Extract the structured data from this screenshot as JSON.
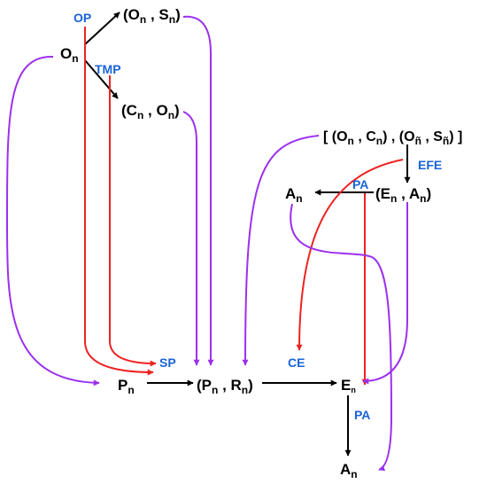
{
  "colors": {
    "black": "#000000",
    "red": "#ee2222",
    "purple": "#9b30ee",
    "blue_label": "#1a63d6"
  },
  "nodes": {
    "o_n": {
      "base": "O",
      "sub": "n"
    },
    "pair_o_s": {
      "left": "(O",
      "sub1": "n",
      "mid": " , S",
      "sub2": "n",
      "right": ")"
    },
    "pair_c_o": {
      "left": "(C",
      "sub1": "n",
      "mid": " , O",
      "sub2": "n",
      "right": ")"
    },
    "bracket_set": {
      "t1": "[ (O",
      "s1": "n",
      "t2": " , C",
      "s2": "n",
      "t3": ") , (O",
      "s3": "ñ",
      "t4": " , S",
      "s4": "ñ",
      "t5": ") ]"
    },
    "a_n_top": {
      "base": "A",
      "sub": "n"
    },
    "pair_e_a": {
      "left": "(E",
      "sub1": "n",
      "mid": " , A",
      "sub2": "n",
      "right": ")"
    },
    "p_n": {
      "base": "P",
      "sub": "n"
    },
    "pair_p_r": {
      "left": "(P",
      "sub1": "n",
      "mid": " , R",
      "sub2": "n",
      "right": ")"
    },
    "e_n": {
      "base": "E",
      "sub": "n"
    },
    "a_n_bottom": {
      "base": "A",
      "sub": "n"
    }
  },
  "process_labels": {
    "op": "OP",
    "tmp": "TMP",
    "sp": "SP",
    "ce": "CE",
    "efe": "EFE",
    "pa_top": "PA",
    "pa_bottom": "PA"
  }
}
